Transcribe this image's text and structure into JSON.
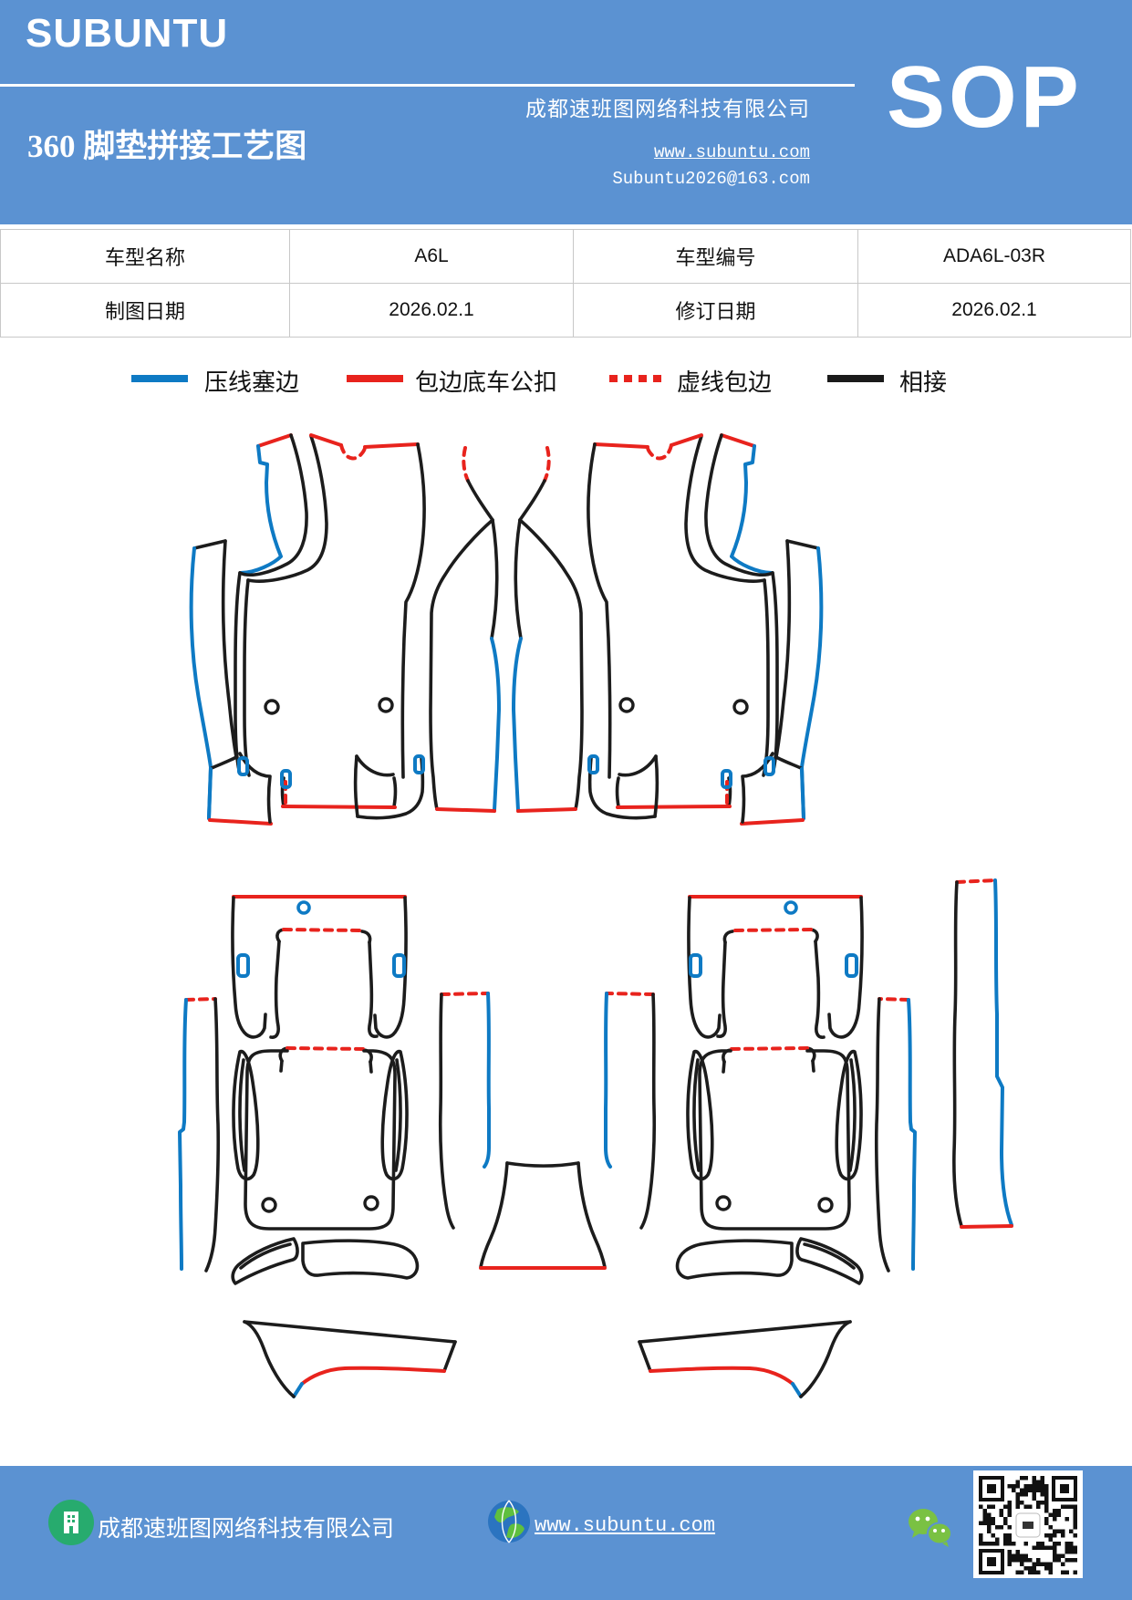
{
  "header": {
    "brand": "SUBUNTU",
    "title": "360 脚垫拼接工艺图",
    "company": "成都速班图网络科技有限公司",
    "website": "www.subuntu.com",
    "email": "Subuntu2026@163.com",
    "badge": "SOP",
    "bg_color": "#5b92d2"
  },
  "info_table": {
    "rows": [
      {
        "cells": [
          "车型名称",
          "A6L",
          "车型编号",
          "ADA6L-03R"
        ]
      },
      {
        "cells": [
          "制图日期",
          "2026.02.1",
          "修订日期",
          "2026.02.1"
        ]
      }
    ]
  },
  "legend": {
    "items": [
      {
        "label": "压线塞边",
        "color": "#0e7ac4",
        "style": "solid"
      },
      {
        "label": "包边底车公扣",
        "color": "#e8231d",
        "style": "solid"
      },
      {
        "label": "虚线包边",
        "color": "#e8231d",
        "style": "dashed"
      },
      {
        "label": "相接",
        "color": "#1a1a1a",
        "style": "solid"
      }
    ]
  },
  "diagram": {
    "line_colors": {
      "black": "#1c1c1c",
      "blue": "#0e7ac4",
      "red": "#e8231d"
    }
  },
  "footer": {
    "company": "成都速班图网络科技有限公司",
    "website": "www.subuntu.com",
    "bg_color": "#5b92d2"
  }
}
